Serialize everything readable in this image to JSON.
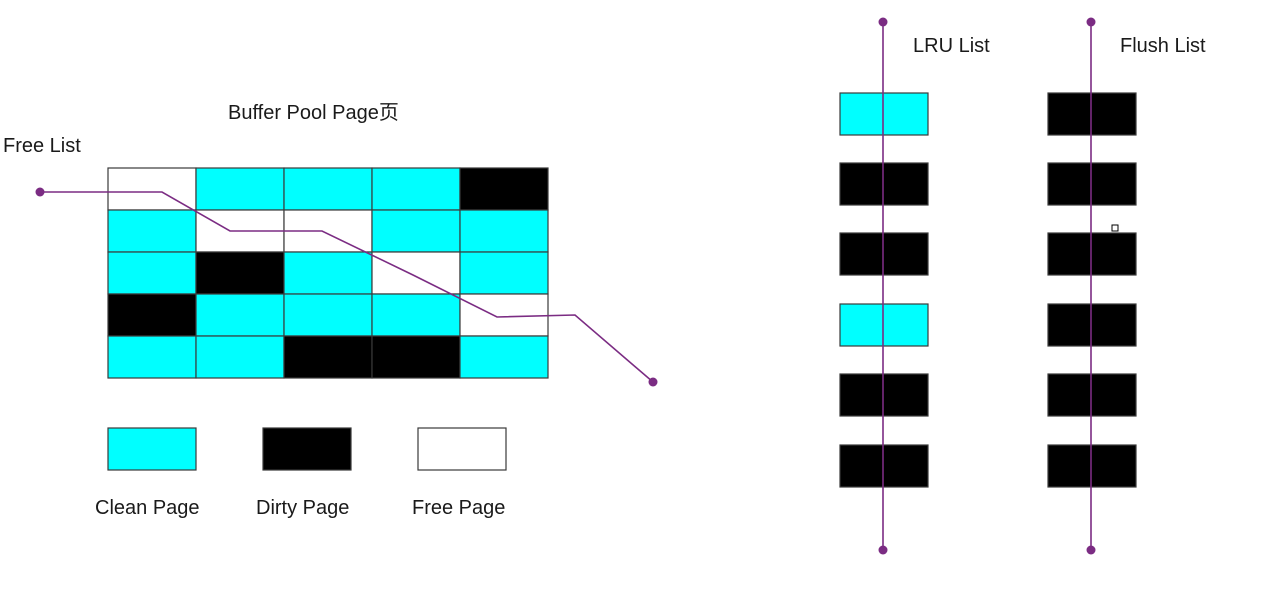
{
  "colors": {
    "clean": "#00FFFF",
    "dirty": "#000000",
    "free": "#FFFFFF",
    "list_line": "#7B2C83",
    "border": "#3a3a3a"
  },
  "buffer_pool": {
    "title": "Buffer Pool Page页",
    "free_list_label": "Free List",
    "grid": [
      [
        "free",
        "clean",
        "clean",
        "clean",
        "dirty"
      ],
      [
        "clean",
        "free",
        "free",
        "clean",
        "clean"
      ],
      [
        "clean",
        "dirty",
        "clean",
        "free",
        "clean"
      ],
      [
        "dirty",
        "clean",
        "clean",
        "clean",
        "free"
      ],
      [
        "clean",
        "clean",
        "dirty",
        "dirty",
        "clean"
      ]
    ]
  },
  "legend": [
    {
      "type": "clean",
      "label": "Clean Page"
    },
    {
      "type": "dirty",
      "label": "Dirty Page"
    },
    {
      "type": "free",
      "label": "Free Page"
    }
  ],
  "lists": [
    {
      "name": "LRU List",
      "pages": [
        "clean",
        "dirty",
        "dirty",
        "clean",
        "dirty",
        "dirty"
      ]
    },
    {
      "name": "Flush List",
      "pages": [
        "dirty",
        "dirty",
        "dirty",
        "dirty",
        "dirty",
        "dirty"
      ]
    }
  ]
}
